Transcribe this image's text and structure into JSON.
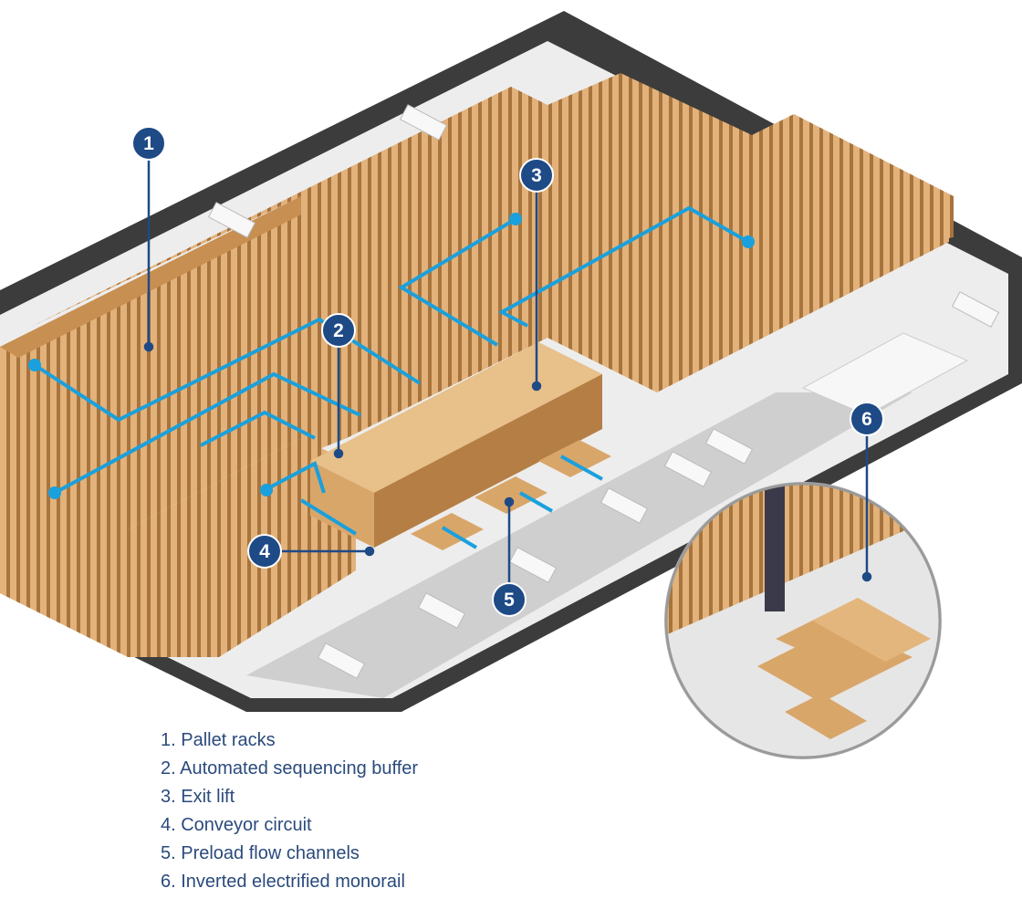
{
  "colors": {
    "callout": "#1e4a86",
    "arrow": "#1aa0dc",
    "rack": "#d9a66a",
    "rack_dark": "#a8743e",
    "ground": "#3b3b3b",
    "floor": "#ececec",
    "legend_text": "#2a4a7c"
  },
  "callouts": [
    {
      "number": "1"
    },
    {
      "number": "2"
    },
    {
      "number": "3"
    },
    {
      "number": "4"
    },
    {
      "number": "5"
    },
    {
      "number": "6"
    }
  ],
  "legend": [
    "1. Pallet racks",
    "2. Automated sequencing buffer",
    "3. Exit lift",
    "4. Conveyor circuit",
    "5. Preload flow channels",
    "6. Inverted electrified monorail"
  ]
}
